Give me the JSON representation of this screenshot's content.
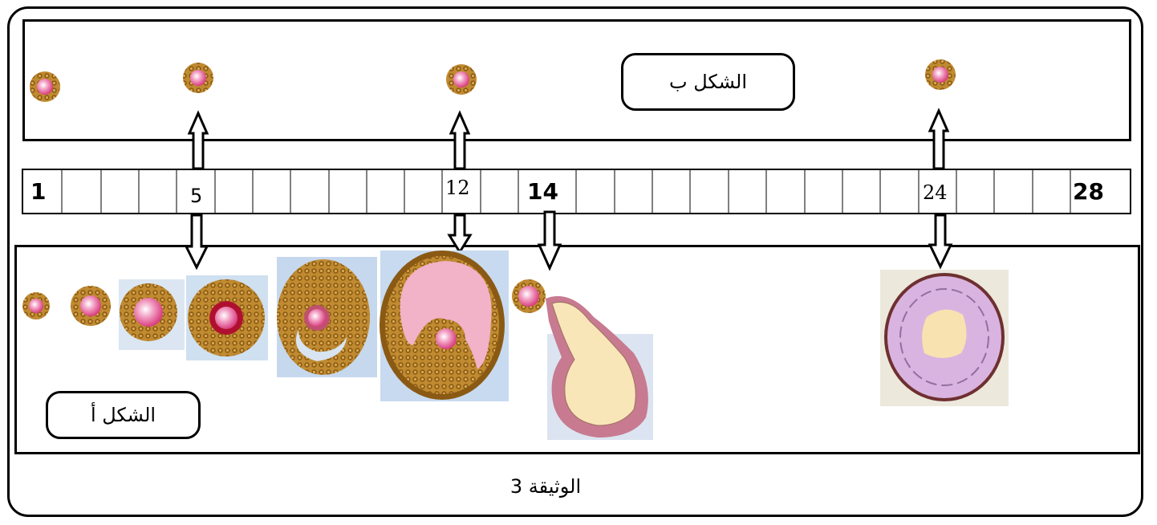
{
  "document_title": "الوثيقة 3",
  "figure_b_label": "الشكل ب",
  "figure_a_label": "الشكل أ",
  "timeline": {
    "labels": [
      "1",
      "5",
      "12",
      "14",
      "24",
      "28"
    ]
  },
  "colors": {
    "follicle_cells": "#b8862a",
    "oocyte": "#f08cb4",
    "antrum": "#f4b8cc",
    "corpus_luteum": "#d9b4e0",
    "ruptured_follicle": "#f8e6b8"
  }
}
